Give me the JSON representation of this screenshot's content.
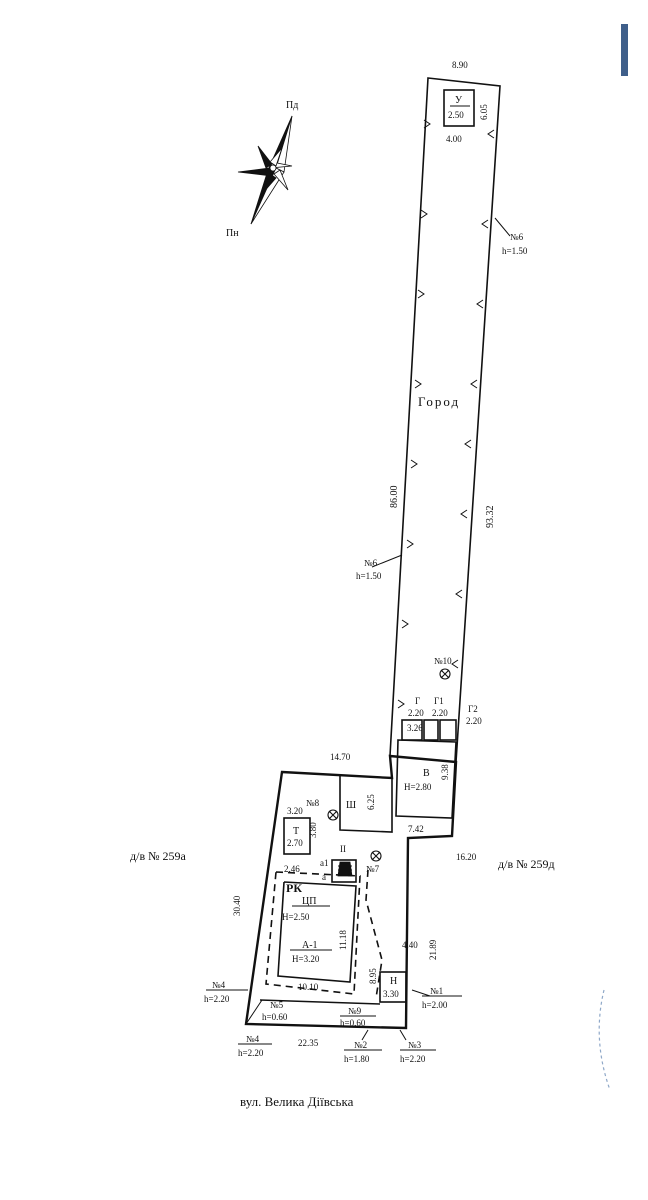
{
  "compass": {
    "north_label": "Пд",
    "south_label": "Пн"
  },
  "labels": {
    "garden": "Город",
    "street": "вул. Велика Діївська",
    "neighbor_left": "д/в № 259а",
    "neighbor_right": "д/в № 259д"
  },
  "buildings": [
    {
      "letter": "У",
      "height": "2.50"
    },
    {
      "letter": "Г",
      "height": "2.20"
    },
    {
      "letter": "Г1",
      "height": "2.20"
    },
    {
      "letter": "Г2",
      "height": "2.20"
    },
    {
      "letter": "В",
      "height": "Н=2.80"
    },
    {
      "letter": "Т",
      "height": "2.70"
    },
    {
      "letter": "Ш",
      "height": ""
    },
    {
      "letter": "II",
      "height": ""
    },
    {
      "letter": "РК",
      "height": ""
    },
    {
      "letter": "ЦП",
      "height": "Н=2.50"
    },
    {
      "letter": "А-1",
      "height": "Н=3.20"
    },
    {
      "letter": "Н",
      "height": "3.30"
    },
    {
      "letter": "а",
      "height": ""
    },
    {
      "letter": "а1",
      "height": ""
    }
  ],
  "dimensions": [
    "8.90",
    "6.05",
    "4.00",
    "86.00",
    "93.32",
    "3.26",
    "9.38",
    "14.70",
    "6.25",
    "7.42",
    "16.20",
    "3.20",
    "3.80",
    "2.46",
    "30.40",
    "11.18",
    "10.10",
    "8.95",
    "4.40",
    "21.89",
    "22.35"
  ],
  "fences": [
    {
      "no": "№6",
      "h": "h=1.50"
    },
    {
      "no": "№6",
      "h": "h=1.50"
    },
    {
      "no": "№10",
      "h": ""
    },
    {
      "no": "№8",
      "h": ""
    },
    {
      "no": "№7",
      "h": ""
    },
    {
      "no": "№4",
      "h": "h=2.20"
    },
    {
      "no": "№5",
      "h": "h=0.60"
    },
    {
      "no": "№9",
      "h": "h=0.60"
    },
    {
      "no": "№1",
      "h": "h=2.00"
    },
    {
      "no": "№4",
      "h": "h=2.20"
    },
    {
      "no": "№2",
      "h": "h=1.80"
    },
    {
      "no": "№3",
      "h": "h=2.20"
    }
  ]
}
